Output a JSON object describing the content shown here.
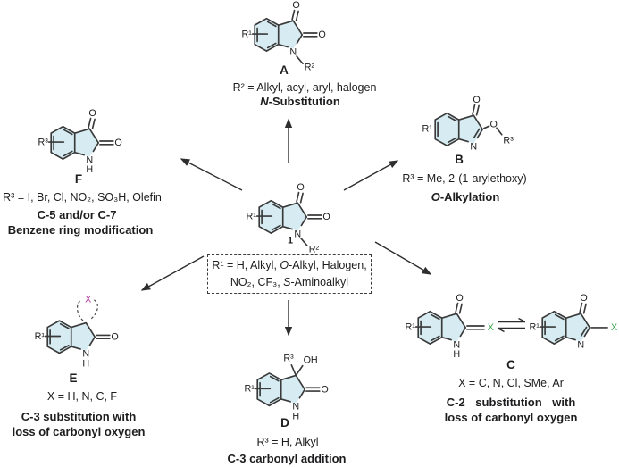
{
  "colors": {
    "background": "#ffffff",
    "ring_fill": "#d6ecf2",
    "bond": "#3a3a3a",
    "text": "#1d1d1f",
    "x_green": "#3aa54b",
    "x_magenta": "#b0399e"
  },
  "center": {
    "compound_label": "1",
    "atoms": {
      "r1": "R¹",
      "o_top": "O",
      "o_right": "O",
      "n": "N",
      "r2": "R²"
    },
    "r1_definition": {
      "line1_pre": "R¹ = H, Alkyl, ",
      "line1_italic": "O",
      "line1_post": "-Alkyl, Halogen,",
      "line2_pre": "NO₂, CF₃, ",
      "line2_italic": "S",
      "line2_post": "-Aminoalkyl"
    }
  },
  "derivatives": {
    "a": {
      "letter": "A",
      "atoms": {
        "r1": "R¹",
        "o_top": "O",
        "o_right": "O",
        "n": "N",
        "r2": "R²"
      },
      "note": "R² = Alkyl, acyl, aryl, halogen",
      "title_italic": "N",
      "title_rest": "-Substitution"
    },
    "b": {
      "letter": "B",
      "atoms": {
        "r1": "R¹",
        "o_top": "O",
        "n": "N",
        "o_bridge": "O",
        "r3": "R³"
      },
      "note": "R³ = Me, 2-(1-arylethoxy)",
      "title_italic": "O",
      "title_rest": "-Alkylation"
    },
    "f": {
      "letter": "F",
      "atoms": {
        "r3": "R³",
        "o_top": "O",
        "o_right": "O",
        "n": "N",
        "h": "H"
      },
      "note": "R³ = I, Br, Cl, NO₂, SO₃H, Olefin",
      "title_line1": "C-5 and/or C-7",
      "title_line2": "Benzene ring modification"
    },
    "e": {
      "letter": "E",
      "atoms": {
        "r1": "R¹",
        "x": "X",
        "o_right": "O",
        "n": "N",
        "h": "H"
      },
      "note": "X = H, N, C, F",
      "title_line1": "C-3 substitution with",
      "title_line2": "loss of carbonyl oxygen"
    },
    "d": {
      "letter": "D",
      "atoms": {
        "r1": "R¹",
        "r3": "R³",
        "oh": "OH",
        "o_right": "O",
        "n": "N",
        "h": "H"
      },
      "note": "R³ = H, Alkyl",
      "title_line1": "C-3 carbonyl addition"
    },
    "c": {
      "letter": "C",
      "left_atoms": {
        "r1": "R¹",
        "o_top": "O",
        "x": "X",
        "n": "N",
        "h": "H"
      },
      "right_atoms": {
        "r1": "R¹",
        "o_top": "O",
        "x": "X",
        "n": "N"
      },
      "note": "X = C, N, Cl, SMe, Ar",
      "title_line1": "C-2 substitution with",
      "title_line2": "loss of carbonyl oxygen"
    }
  }
}
